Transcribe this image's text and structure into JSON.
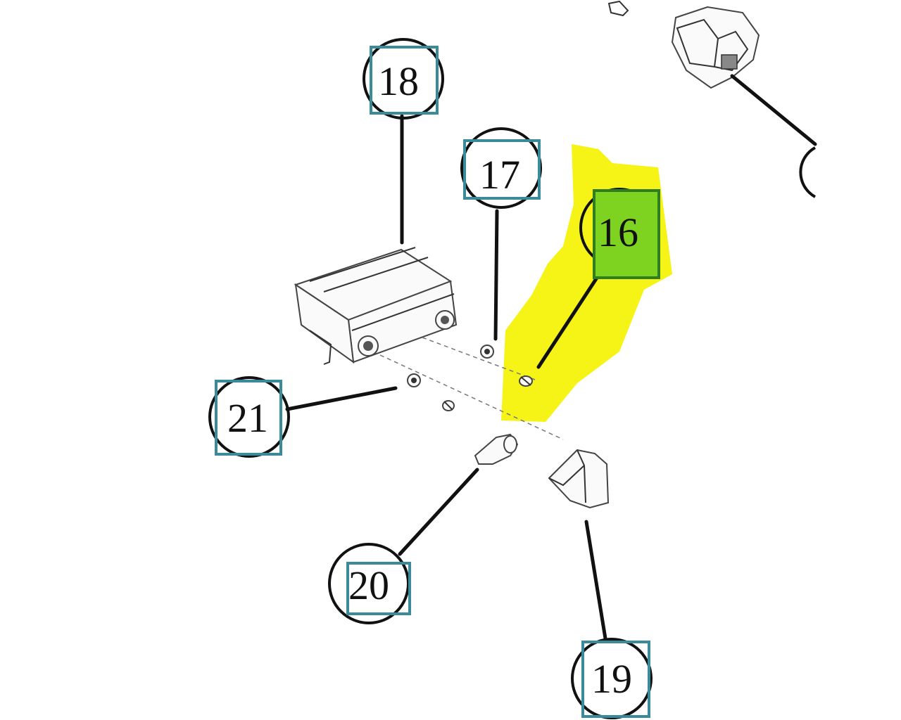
{
  "diagram": {
    "highlight_color": "#f5f20a",
    "selected_fill": "#7ed321",
    "selected_border": "#2e7d1e",
    "box_color": "#3a8a9a",
    "callouts": [
      {
        "id": "18",
        "label": "18",
        "selected": false
      },
      {
        "id": "17",
        "label": "17",
        "selected": false
      },
      {
        "id": "16",
        "label": "16",
        "selected": true
      },
      {
        "id": "21",
        "label": "21",
        "selected": false
      },
      {
        "id": "20",
        "label": "20",
        "selected": false
      },
      {
        "id": "19",
        "label": "19",
        "selected": false
      }
    ],
    "parts": [
      {
        "id": "control-box",
        "icon": "control-box-icon"
      },
      {
        "id": "washer-17",
        "icon": "washer-icon"
      },
      {
        "id": "screw-16",
        "icon": "screw-icon"
      },
      {
        "id": "washer-21",
        "icon": "washer-icon"
      },
      {
        "id": "plug-20",
        "icon": "plug-icon"
      },
      {
        "id": "bracket-19",
        "icon": "bracket-icon"
      },
      {
        "id": "mirror-assembly",
        "icon": "mirror-icon"
      }
    ]
  }
}
